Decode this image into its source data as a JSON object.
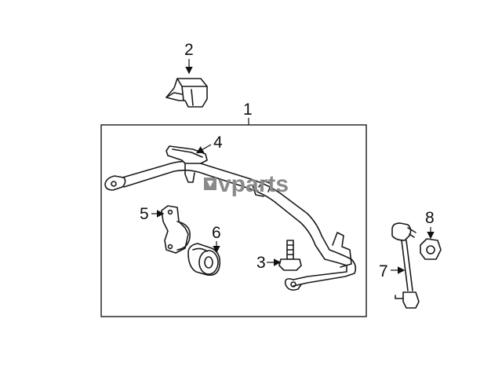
{
  "watermark": "vparts",
  "callouts": {
    "c1": "1",
    "c2": "2",
    "c3": "3",
    "c4": "4",
    "c5": "5",
    "c6": "6",
    "c7": "7",
    "c8": "8"
  },
  "icons": {
    "watermark_logo": "vparts-logo-icon"
  }
}
